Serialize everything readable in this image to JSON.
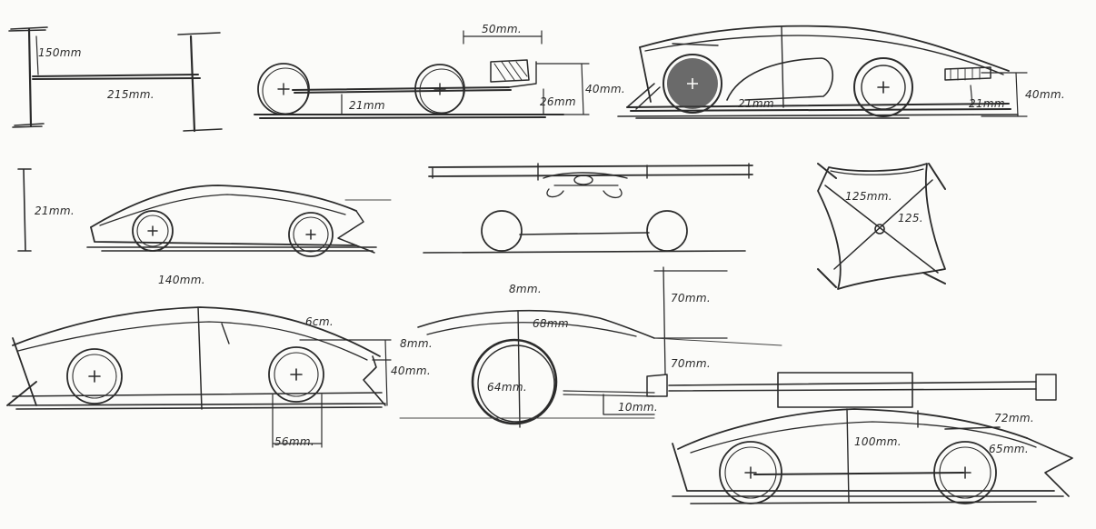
{
  "labels": {
    "width_150": "150mm",
    "length_215": "215mm.",
    "offset_50": "50mm.",
    "height_40_a": "40mm.",
    "height_26": "26mm",
    "clearance_21_a": "21mm",
    "height_40_b": "40mm.",
    "clearance_21_b": "21mm",
    "clearance_21_c": "21mm",
    "height_21": "21mm.",
    "length_140": "140mm.",
    "diag_125_a": "125mm.",
    "diag_125_b": "125.",
    "top_8": "8mm.",
    "top_68": "68mm",
    "height_70_top": "70mm.",
    "height_70_mid": "70mm.",
    "wheel_64": "64mm.",
    "clear_10": "10mm.",
    "side_8": "8mm.",
    "roof_6": "6cm.",
    "rear_40": "40mm.",
    "wheelbase_56": "56mm.",
    "len_100": "100mm.",
    "h_72": "72mm.",
    "h_65": "65mm."
  }
}
